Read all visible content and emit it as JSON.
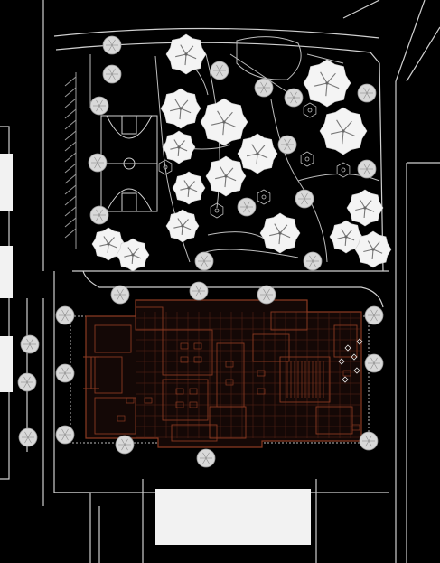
{
  "plan": {
    "colors": {
      "background": "#000000",
      "line": "#cfcfcf",
      "line_dim": "#7f7f7f",
      "building": "#8a3a22",
      "building_dark": "#5a2416",
      "tree_large_fill": "#f4f4f4",
      "tree_small_fill": "#d9d9d9",
      "block_fill": "#f2f2f2"
    },
    "layers": {
      "roads": "road-network",
      "court": "basketball-court",
      "parking": "parking-strip",
      "building": "building-floor-plan",
      "trees_large": "large-canopy-trees",
      "trees_small": "small-street-trees",
      "shrubs": "hexagon-shrubs",
      "blocks": "neighbor-building-blocks"
    }
  }
}
